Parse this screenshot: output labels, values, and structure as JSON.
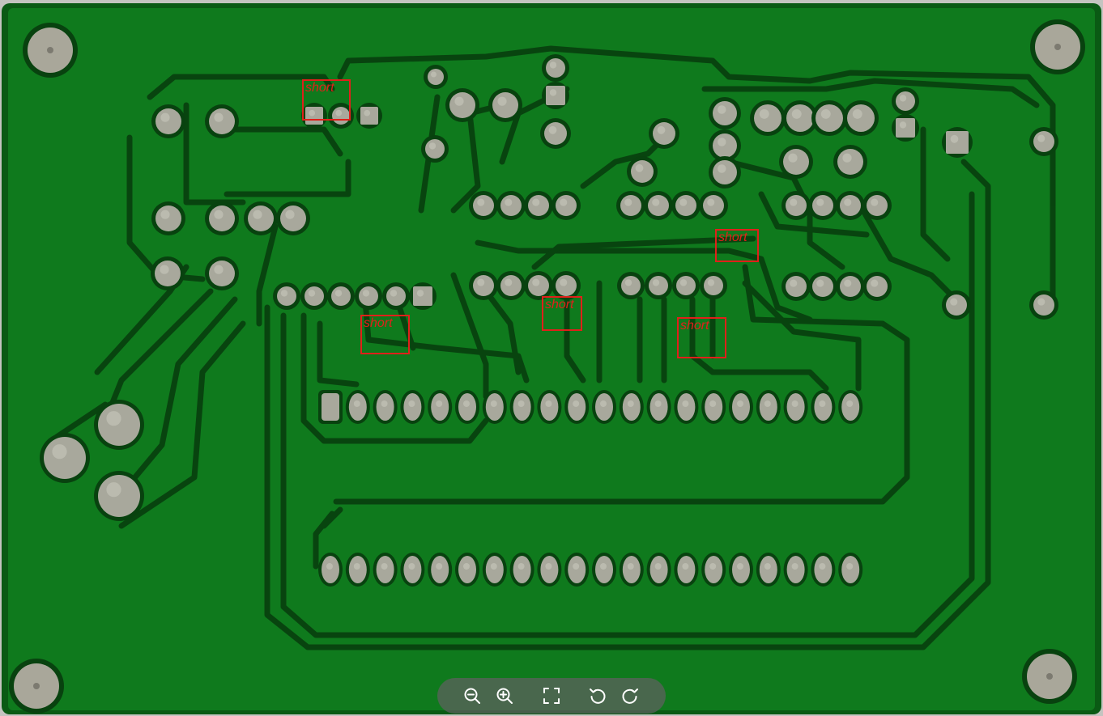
{
  "viewer": {
    "image_name": "pcb-board-inspection",
    "annotations": [
      {
        "label": "short"
      },
      {
        "label": "short"
      },
      {
        "label": "short"
      },
      {
        "label": "short"
      },
      {
        "label": "short"
      }
    ]
  },
  "toolbar": {
    "buttons": [
      {
        "icon": "zoom-out-icon"
      },
      {
        "icon": "zoom-in-icon"
      },
      {
        "icon": "fullscreen-icon"
      },
      {
        "icon": "rotate-left-icon"
      },
      {
        "icon": "rotate-right-icon"
      }
    ]
  },
  "colors": {
    "board": "#0f7a1d",
    "board_edge": "#0a5a14",
    "trace_gap": "#08420f",
    "pad": "#a8a89c",
    "annotation": "#e0201a",
    "toolbar_bg": "#606060",
    "toolbar_icon": "#ffffff"
  }
}
